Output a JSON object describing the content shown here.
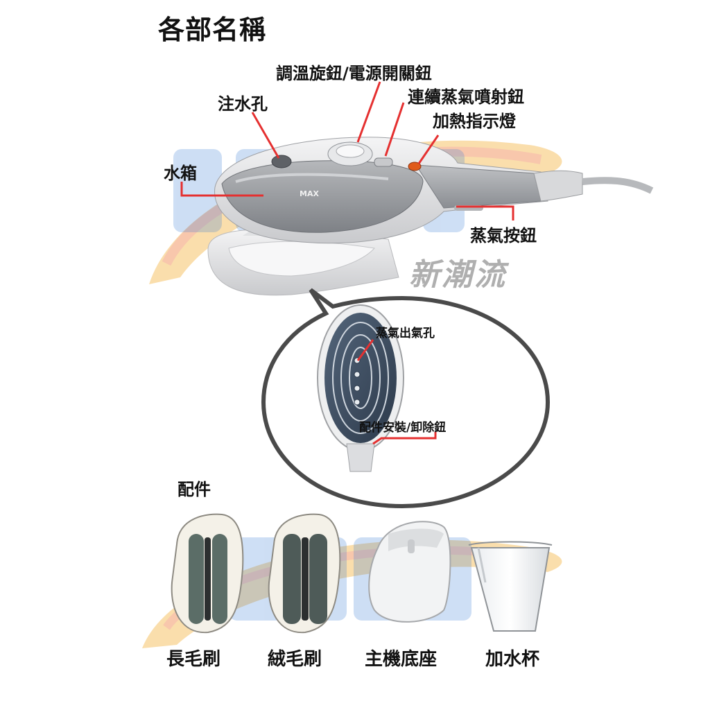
{
  "page": {
    "title": "各部名稱",
    "watermark": "新潮流"
  },
  "parts": {
    "temp_knob": "調溫旋鈕/電源開關鈕",
    "fill_hole": "注水孔",
    "continuous_steam": "連續蒸氣噴射鈕",
    "heat_light": "加熱指示燈",
    "water_tank": "水箱",
    "steam_button": "蒸氣按鈕",
    "max_mark": "MAX"
  },
  "detail": {
    "steam_outlet": "蒸氣出氣孔",
    "release_button": "配件安裝/卸除鈕"
  },
  "accessories": {
    "heading": "配件",
    "items": [
      {
        "label": "長毛刷"
      },
      {
        "label": "絨毛刷"
      },
      {
        "label": "主機底座"
      },
      {
        "label": "加水杯"
      }
    ]
  },
  "colors": {
    "leader_line": "#e53030",
    "body_gray": "#8c8f94",
    "tank_gray": "#9a9da1"
  }
}
